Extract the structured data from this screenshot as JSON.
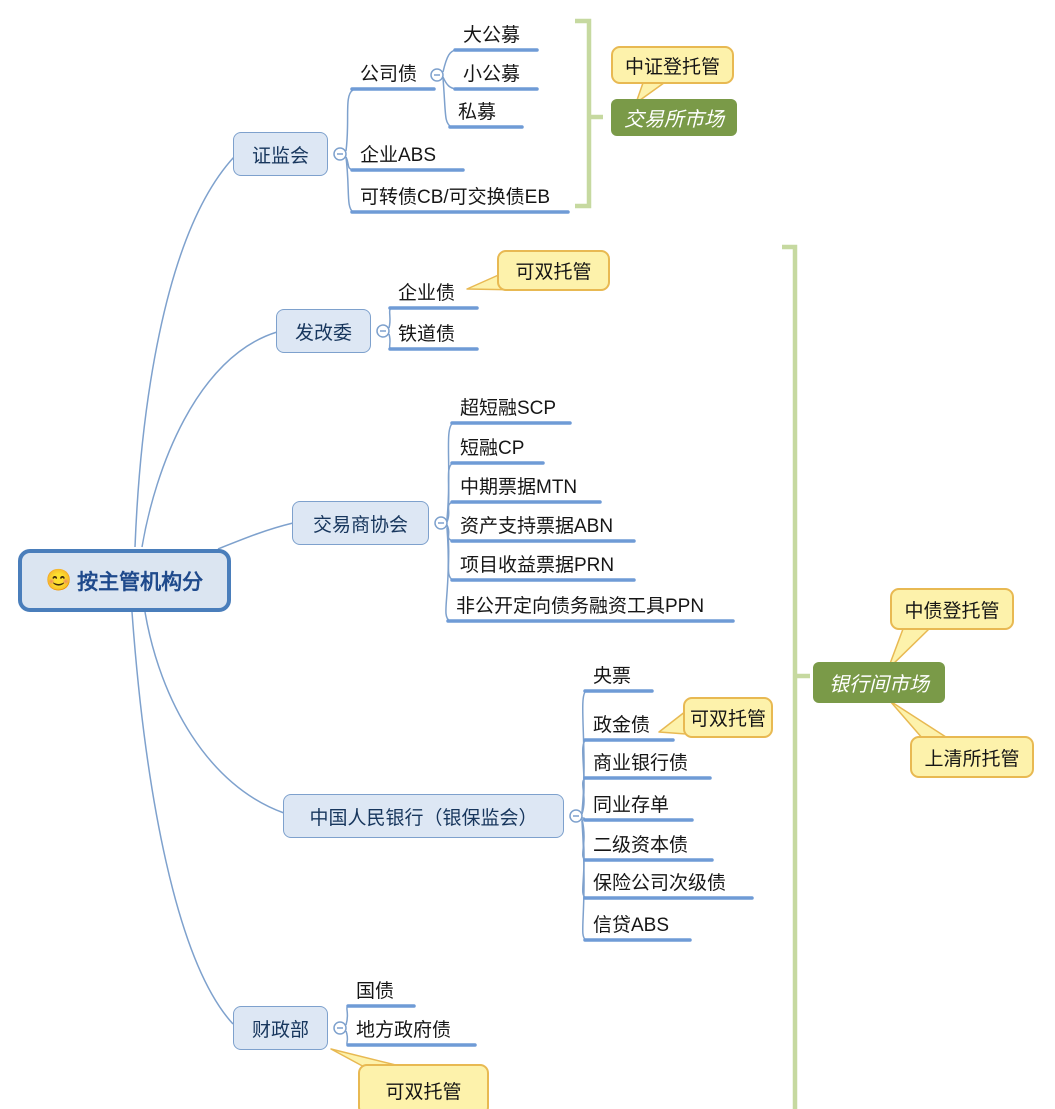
{
  "root": {
    "icon": "😊",
    "label": "按主管机构分"
  },
  "branches": [
    {
      "label": "证监会",
      "children": [
        {
          "label": "公司债",
          "children": [
            {
              "label": "大公募"
            },
            {
              "label": "小公募"
            },
            {
              "label": "私募"
            }
          ]
        },
        {
          "label": "企业ABS"
        },
        {
          "label": "可转债CB/可交换债EB"
        }
      ]
    },
    {
      "label": "发改委",
      "children": [
        {
          "label": "企业债",
          "callout": "可双托管"
        },
        {
          "label": "铁道债"
        }
      ]
    },
    {
      "label": "交易商协会",
      "children": [
        {
          "label": "超短融SCP"
        },
        {
          "label": "短融CP"
        },
        {
          "label": "中期票据MTN"
        },
        {
          "label": "资产支持票据ABN"
        },
        {
          "label": "项目收益票据PRN"
        },
        {
          "label": "非公开定向债务融资工具PPN"
        }
      ]
    },
    {
      "label": "中国人民银行（银保监会）",
      "children": [
        {
          "label": "央票"
        },
        {
          "label": "政金债",
          "callout": "可双托管"
        },
        {
          "label": "商业银行债"
        },
        {
          "label": "同业存单"
        },
        {
          "label": "二级资本债"
        },
        {
          "label": "保险公司次级债"
        },
        {
          "label": "信贷ABS"
        }
      ]
    },
    {
      "label": "财政部",
      "callout": "可双托管",
      "children": [
        {
          "label": "国债"
        },
        {
          "label": "地方政府债"
        }
      ]
    }
  ],
  "markets": {
    "exchange": {
      "label": "交易所市场",
      "custodian_note": "中证登托管"
    },
    "interbank": {
      "label": "银行间市场",
      "custodian_notes": [
        "中债登托管",
        "上清所托管"
      ]
    }
  },
  "colors": {
    "node_fill": "#dde7f4",
    "node_border": "#7ea1cd",
    "node_text": "#17365d",
    "root_border": "#4a7ebb",
    "branch_line": "#7ea1cd",
    "topic_underline": "#6f9bd6",
    "callout_fill": "#fdf2ab",
    "callout_border": "#e8b952",
    "market_fill": "#7a9a48",
    "market_text": "#ffffff",
    "bracket": "#c6d9a0"
  }
}
